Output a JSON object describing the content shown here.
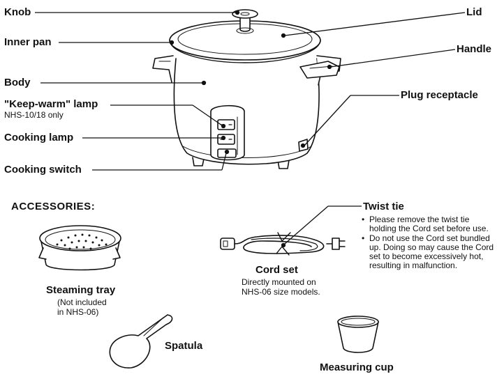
{
  "parts": {
    "knob": "Knob",
    "lid": "Lid",
    "inner_pan": "Inner pan",
    "handle": "Handle",
    "body": "Body",
    "plug_receptacle": "Plug receptacle",
    "keep_warm_lamp": "\"Keep-warm\" lamp",
    "keep_warm_note": "NHS-10/18 only",
    "cooking_lamp": "Cooking lamp",
    "cooking_switch": "Cooking switch"
  },
  "accessories": {
    "heading": "ACCESSORIES:",
    "steaming_tray": "Steaming tray",
    "steaming_tray_note_1": "(Not included",
    "steaming_tray_note_2": "in NHS-06)",
    "spatula": "Spatula",
    "cord_set": "Cord set",
    "cord_set_note_1": "Directly mounted on",
    "cord_set_note_2": "NHS-06 size models.",
    "measuring_cup": "Measuring cup",
    "twist_tie": "Twist tie",
    "twist_tie_notes": [
      "Please remove the twist tie holding the Cord set before use.",
      "Do not use the Cord set bundled up. Doing so may cause the Cord set to become excessively hot, resulting in malfunction."
    ]
  }
}
